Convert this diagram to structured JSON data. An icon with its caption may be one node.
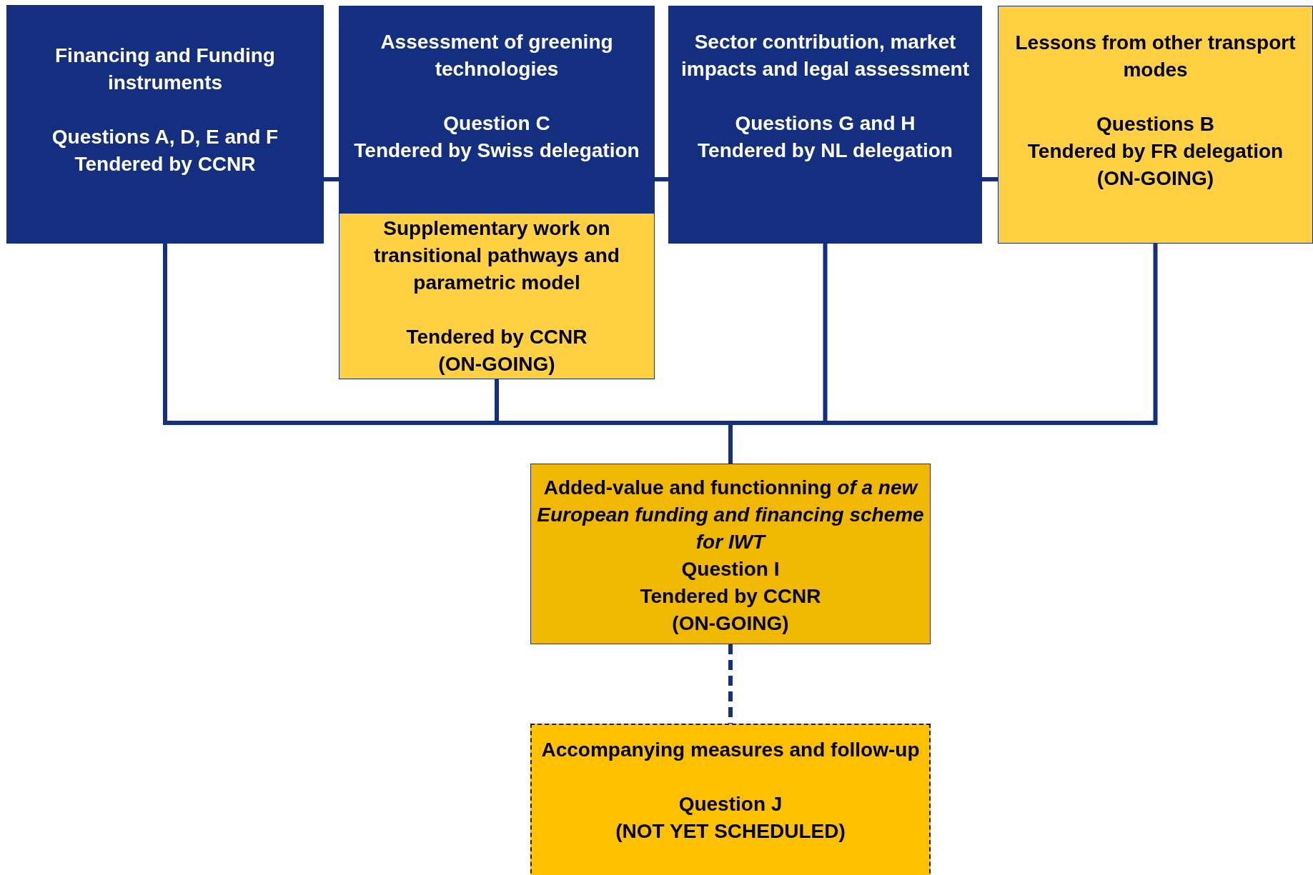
{
  "diagram": {
    "nodes": [
      {
        "text": [
          "Financing and Funding instruments",
          "Questions A, D, E and F",
          "Tendered by CCNR"
        ]
      },
      {
        "text": [
          "Assessment of greening technologies",
          "Question C",
          "Tendered by Swiss delegation"
        ]
      },
      {
        "text": [
          "Supplementary work on transitional pathways and parametric model",
          "Tendered by CCNR",
          "(ON-GOING)"
        ]
      },
      {
        "text": [
          "Sector contribution, market impacts and legal assessment",
          "Questions G and H",
          "Tendered by NL delegation"
        ]
      },
      {
        "text": [
          "Lessons from other transport modes",
          "Questions B",
          "Tendered by FR delegation",
          "(ON-GOING)"
        ]
      },
      {
        "text": [
          "Added-value and functionning *of a new European funding and financing scheme for IWT*",
          "Question I",
          "Tendered by CCNR",
          "(ON-GOING)"
        ]
      },
      {
        "text": [
          "Accompanying measures and follow-up",
          "Question J",
          "(NOT YET SCHEDULED)"
        ]
      }
    ],
    "edges": [
      {
        "from": 0,
        "to": 1,
        "arrow": "none"
      },
      {
        "from": 1,
        "to": 3,
        "arrow": "none"
      },
      {
        "from": 3,
        "to": 4,
        "arrow": "none"
      },
      {
        "from": 0,
        "to": 5,
        "arrow": "none"
      },
      {
        "from": 2,
        "to": 5,
        "arrow": "none"
      },
      {
        "from": 3,
        "to": 5,
        "arrow": "none"
      },
      {
        "from": 4,
        "to": 5,
        "arrow": "none"
      },
      {
        "from": 5,
        "to": 6,
        "arrow": "none",
        "style": "dashed"
      }
    ]
  }
}
